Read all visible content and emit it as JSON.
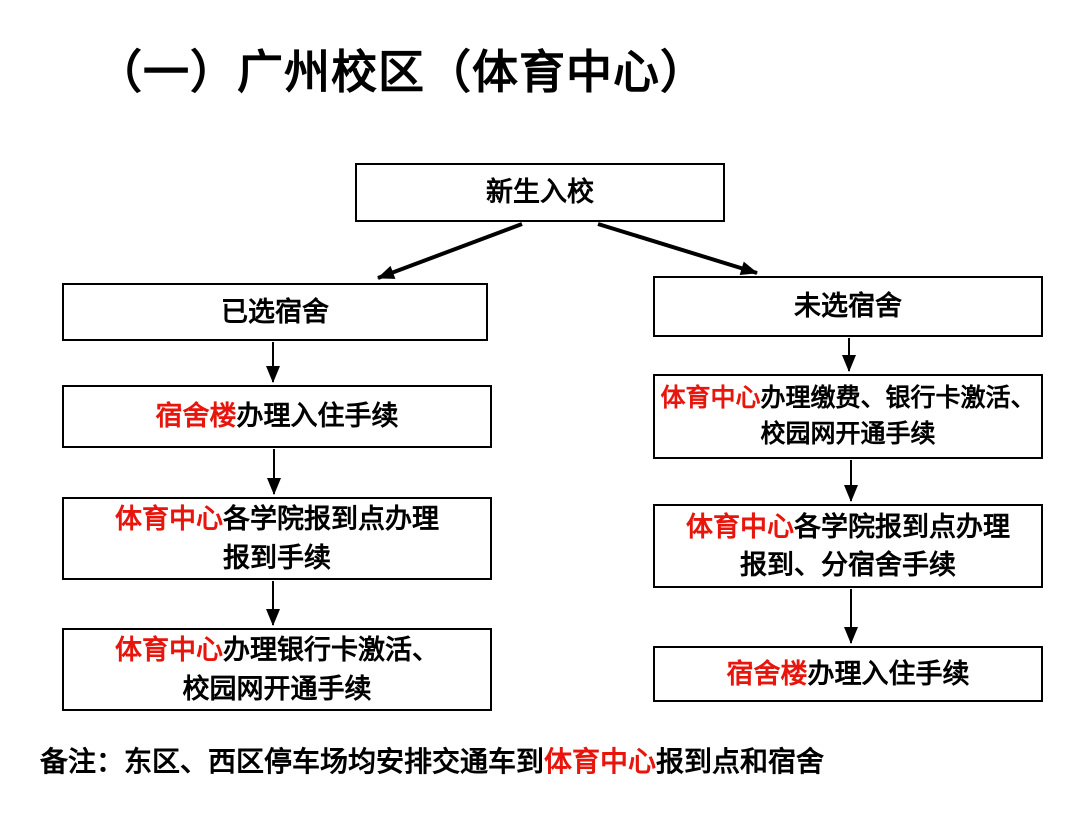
{
  "title": "（一）广州校区（体育中心）",
  "colors": {
    "accent_red": "#e8150d",
    "text": "#000000",
    "box_border": "#000000",
    "background": "#ffffff"
  },
  "flow": {
    "start": {
      "label": "新生入校"
    },
    "left": {
      "branch": {
        "label": "已选宿舍"
      },
      "step1": {
        "highlight": "宿舍楼",
        "rest": "办理入住手续"
      },
      "step2": {
        "highlight": "体育中心",
        "rest": "各学院报到点办理",
        "line2": "报到手续"
      },
      "step3": {
        "highlight": "体育中心",
        "rest": "办理银行卡激活、",
        "line2": "校园网开通手续"
      }
    },
    "right": {
      "branch": {
        "label": "未选宿舍"
      },
      "step1": {
        "highlight": "体育中心",
        "rest": "办理缴费、银行卡激活、",
        "line2": "校园网开通手续"
      },
      "step2": {
        "highlight": "体育中心",
        "rest": "各学院报到点办理",
        "line2": "报到、分宿舍手续"
      },
      "step3": {
        "highlight": "宿舍楼",
        "rest": "办理入住手续"
      }
    }
  },
  "note": {
    "prefix": "备注：东区、西区停车场均安排交通车到",
    "highlight": "体育中心",
    "suffix": "报到点和宿舍"
  }
}
